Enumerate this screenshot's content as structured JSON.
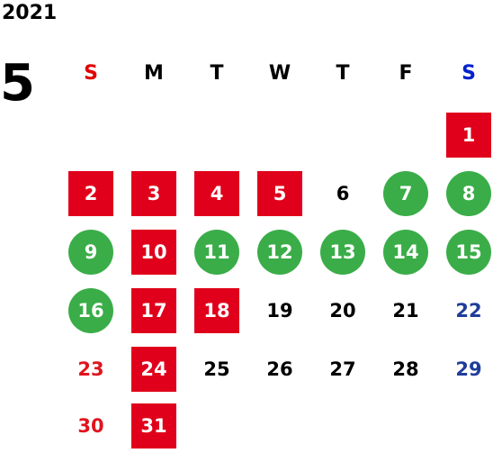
{
  "calendar": {
    "year": "2021",
    "month": "5",
    "weekdays": [
      {
        "label": "S",
        "color": "#e00000"
      },
      {
        "label": "M",
        "color": "#000000"
      },
      {
        "label": "T",
        "color": "#000000"
      },
      {
        "label": "W",
        "color": "#000000"
      },
      {
        "label": "T",
        "color": "#000000"
      },
      {
        "label": "F",
        "color": "#000000"
      },
      {
        "label": "S",
        "color": "#0022cc"
      }
    ],
    "weeks": [
      [
        null,
        null,
        null,
        null,
        null,
        null,
        {
          "day": "1",
          "style": "red-box"
        }
      ],
      [
        {
          "day": "2",
          "style": "red-box"
        },
        {
          "day": "3",
          "style": "red-box"
        },
        {
          "day": "4",
          "style": "red-box"
        },
        {
          "day": "5",
          "style": "red-box"
        },
        {
          "day": "6",
          "style": "plain"
        },
        {
          "day": "7",
          "style": "green-circle"
        },
        {
          "day": "8",
          "style": "green-circle"
        }
      ],
      [
        {
          "day": "9",
          "style": "green-circle"
        },
        {
          "day": "10",
          "style": "red-box"
        },
        {
          "day": "11",
          "style": "green-circle"
        },
        {
          "day": "12",
          "style": "green-circle"
        },
        {
          "day": "13",
          "style": "green-circle"
        },
        {
          "day": "14",
          "style": "green-circle"
        },
        {
          "day": "15",
          "style": "green-circle"
        }
      ],
      [
        {
          "day": "16",
          "style": "green-circle"
        },
        {
          "day": "17",
          "style": "red-box"
        },
        {
          "day": "18",
          "style": "red-box"
        },
        {
          "day": "19",
          "style": "plain"
        },
        {
          "day": "20",
          "style": "plain"
        },
        {
          "day": "21",
          "style": "plain"
        },
        {
          "day": "22",
          "style": "sat-text"
        }
      ],
      [
        {
          "day": "23",
          "style": "sun-text"
        },
        {
          "day": "24",
          "style": "red-box"
        },
        {
          "day": "25",
          "style": "plain"
        },
        {
          "day": "26",
          "style": "plain"
        },
        {
          "day": "27",
          "style": "plain"
        },
        {
          "day": "28",
          "style": "plain"
        },
        {
          "day": "29",
          "style": "sat-text"
        }
      ],
      [
        {
          "day": "30",
          "style": "sun-text"
        },
        {
          "day": "31",
          "style": "red-box"
        },
        null,
        null,
        null,
        null,
        null
      ]
    ]
  },
  "colors": {
    "holiday_box": "#e0001b",
    "event_circle": "#3aad48",
    "sunday_text": "#e0141e",
    "saturday_text": "#1f3d99"
  }
}
